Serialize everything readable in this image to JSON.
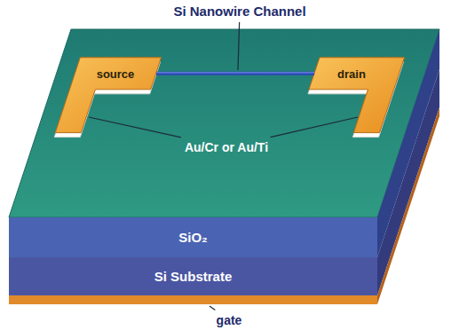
{
  "diagram": {
    "nodes": [
      {
        "text": [
          "source"
        ]
      },
      {
        "text": [
          "drain"
        ]
      },
      {
        "text": [
          "SiO₂"
        ]
      },
      {
        "text": [
          "Si Substrate"
        ]
      }
    ],
    "labels": [
      "Si Nanowire Channel",
      "Au/Cr or Au/Ti",
      "gate"
    ]
  }
}
